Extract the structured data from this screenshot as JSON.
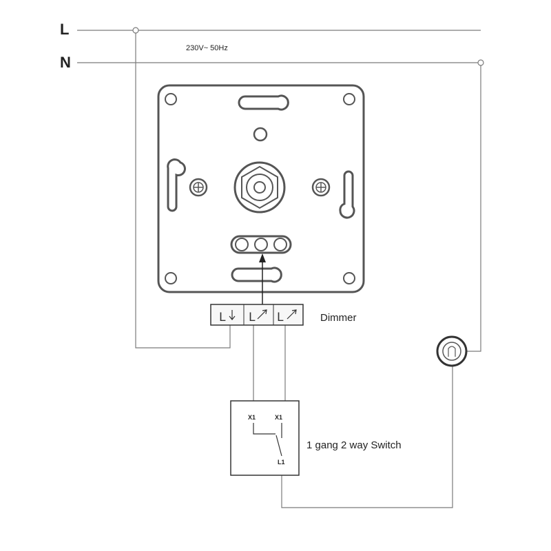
{
  "labels": {
    "line": "L",
    "neutral": "N",
    "supply": "230V~ 50Hz",
    "dimmer": "Dimmer",
    "switch": "1 gang 2 way Switch"
  },
  "dimmer_terminals": [
    "L",
    "L",
    "L"
  ],
  "switch_terminals": {
    "left_top": "X1",
    "right_top": "X1",
    "bottom": "L1"
  }
}
